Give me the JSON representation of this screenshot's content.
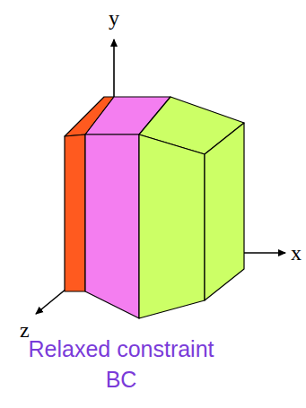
{
  "diagram": {
    "caption": "Relaxed constraint BC",
    "labels": [
      "y",
      "x",
      "z"
    ]
  }
}
